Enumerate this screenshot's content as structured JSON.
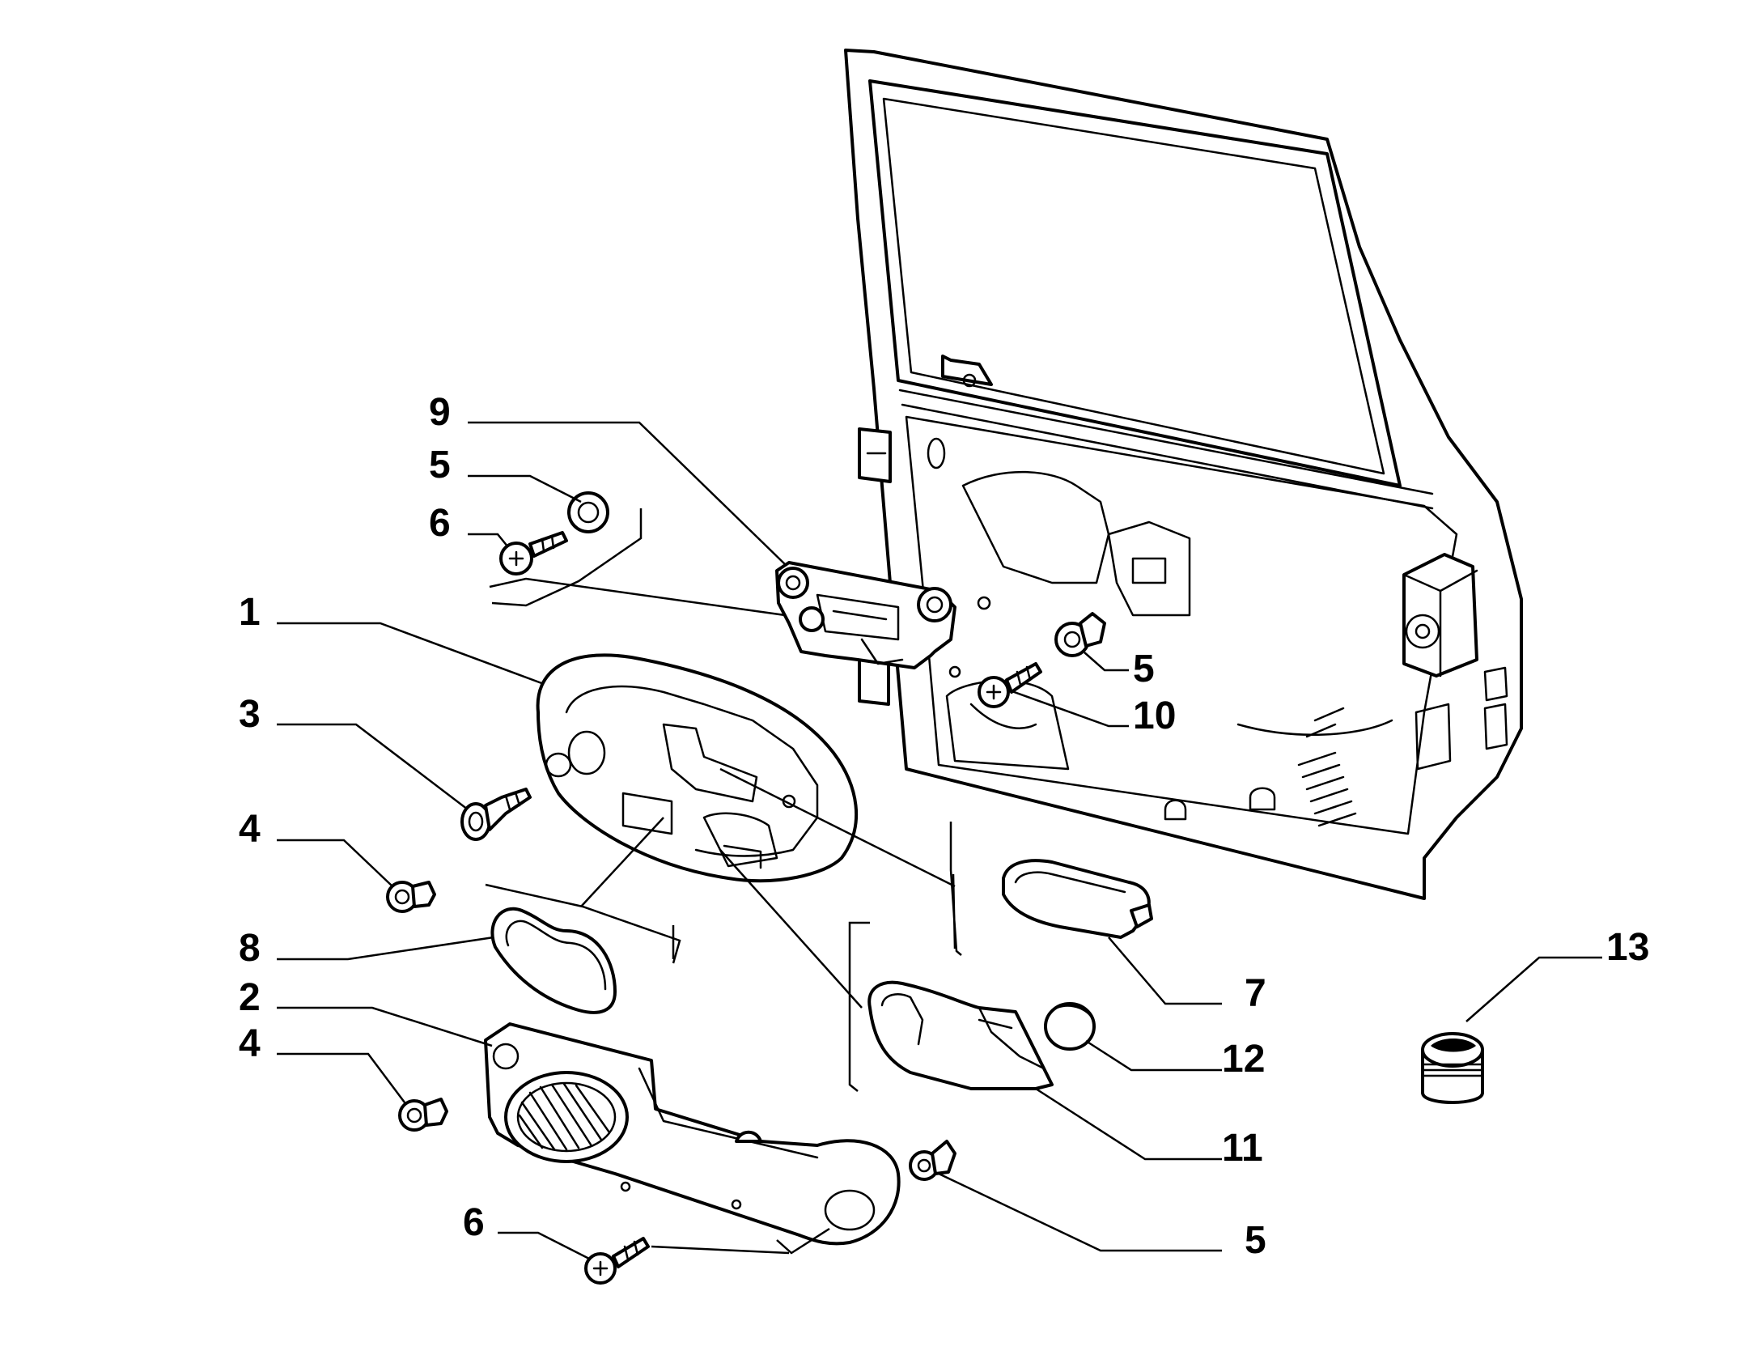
{
  "colors": {
    "line": "#000000",
    "background": "#ffffff"
  },
  "callouts": [
    {
      "id": "c9",
      "text": "9"
    },
    {
      "id": "c5a",
      "text": "5"
    },
    {
      "id": "c6a",
      "text": "6"
    },
    {
      "id": "c1",
      "text": "1"
    },
    {
      "id": "c3",
      "text": "3"
    },
    {
      "id": "c4a",
      "text": "4"
    },
    {
      "id": "c8",
      "text": "8"
    },
    {
      "id": "c2",
      "text": "2"
    },
    {
      "id": "c4b",
      "text": "4"
    },
    {
      "id": "c6b",
      "text": "6"
    },
    {
      "id": "c5b",
      "text": "5"
    },
    {
      "id": "c10",
      "text": "10"
    },
    {
      "id": "c7",
      "text": "7"
    },
    {
      "id": "c12",
      "text": "12"
    },
    {
      "id": "c11",
      "text": "11"
    },
    {
      "id": "c5c",
      "text": "5"
    },
    {
      "id": "c13",
      "text": "13"
    }
  ]
}
